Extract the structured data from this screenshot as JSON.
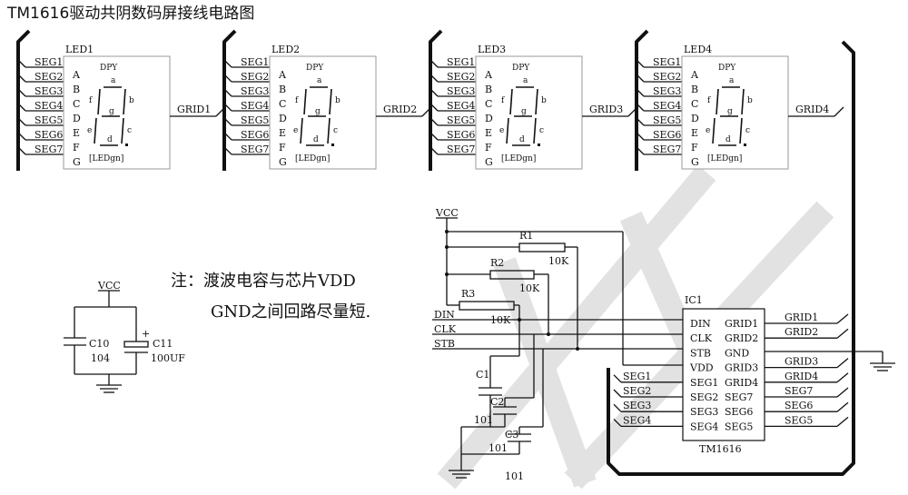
{
  "title": "TM1616驱动共阴数码屏接线电路图",
  "note": {
    "line1": "注：渡波电容与芯片VDD",
    "line2": "GND之间回路尽量短."
  },
  "displays": [
    {
      "name": "LED1",
      "grid": "GRID1"
    },
    {
      "name": "LED2",
      "grid": "GRID2"
    },
    {
      "name": "LED3",
      "grid": "GRID3"
    },
    {
      "name": "LED4",
      "grid": "GRID4"
    }
  ],
  "seg_pins": [
    "SEG1",
    "SEG2",
    "SEG3",
    "SEG4",
    "SEG5",
    "SEG6",
    "SEG7"
  ],
  "seg_letters": [
    "A",
    "B",
    "C",
    "D",
    "E",
    "F",
    "G"
  ],
  "display_text": {
    "dpy": "DPY",
    "a": "a",
    "b": "b",
    "c": "c",
    "d": "d",
    "e": "e",
    "f": "f",
    "g": "g",
    "footer": "[LEDgn]"
  },
  "power": {
    "vcc": "VCC"
  },
  "resistors": [
    {
      "ref": "R1",
      "value": "10K"
    },
    {
      "ref": "R2",
      "value": "10K"
    },
    {
      "ref": "R3",
      "value": "10K"
    }
  ],
  "signals": [
    "DIN",
    "CLK",
    "STB"
  ],
  "caps_right": [
    {
      "ref": "C1",
      "value": "101"
    },
    {
      "ref": "C2",
      "value": "101"
    },
    {
      "ref": "C3",
      "value": "101"
    }
  ],
  "caps_left": [
    {
      "ref": "C10",
      "value": "104"
    },
    {
      "ref": "C11",
      "value": "100UF"
    }
  ],
  "cap_polarity": "+",
  "ic": {
    "ref": "IC1",
    "part": "TM1616",
    "left_pins": [
      "DIN",
      "CLK",
      "STB",
      "VDD",
      "SEG1",
      "SEG2",
      "SEG3",
      "SEG4"
    ],
    "right_pins": [
      "GRID1",
      "GRID2",
      "GND",
      "GRID3",
      "GRID4",
      "SEG7",
      "SEG6",
      "SEG5"
    ]
  },
  "ic_right_nets": [
    "GRID1",
    "GRID2",
    "",
    "GRID3",
    "GRID4",
    "SEG7",
    "SEG6",
    "SEG5"
  ],
  "ic_left_nets": [
    "SEG1",
    "SEG2",
    "SEG3",
    "SEG4"
  ]
}
